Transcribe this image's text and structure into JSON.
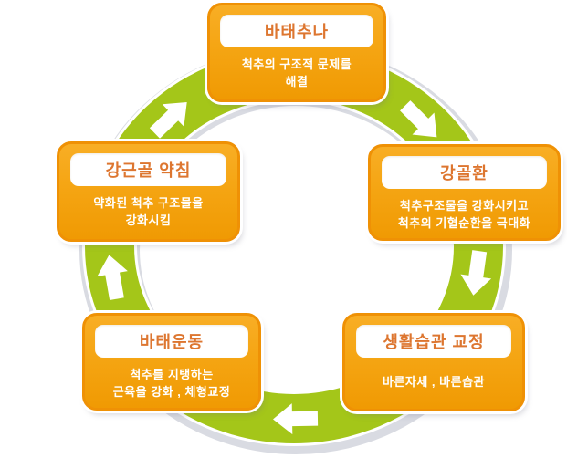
{
  "diagram": {
    "type": "cycle",
    "direction": "clockwise",
    "colors": {
      "ring_green": "#a4c619",
      "ring_outline": "#ffffff",
      "ring_shadow": "#d9dbe2",
      "box_orange": "#f5a513",
      "box_border_orange": "#ef9105",
      "title_text": "#dd7630",
      "desc_text": "#ffffff",
      "arrow": "#ffffff"
    },
    "steps": [
      {
        "title": "바태추나",
        "desc_lines": [
          "척추의 구조적 문제를",
          "해결"
        ]
      },
      {
        "title": "강골환",
        "desc_lines": [
          "척추구조물을 강화시키고",
          "척추의 기혈순환을 극대화"
        ]
      },
      {
        "title": "생활습관 교정",
        "desc_lines": [
          "바른자세 , 바른습관"
        ]
      },
      {
        "title": "바태운동",
        "desc_lines": [
          "척추를 지탱하는",
          "근육을 강화 , 체형교정"
        ]
      },
      {
        "title": "강근골 약침",
        "desc_lines": [
          "약화된 척추 구조물을",
          "강화시킴"
        ]
      }
    ]
  }
}
